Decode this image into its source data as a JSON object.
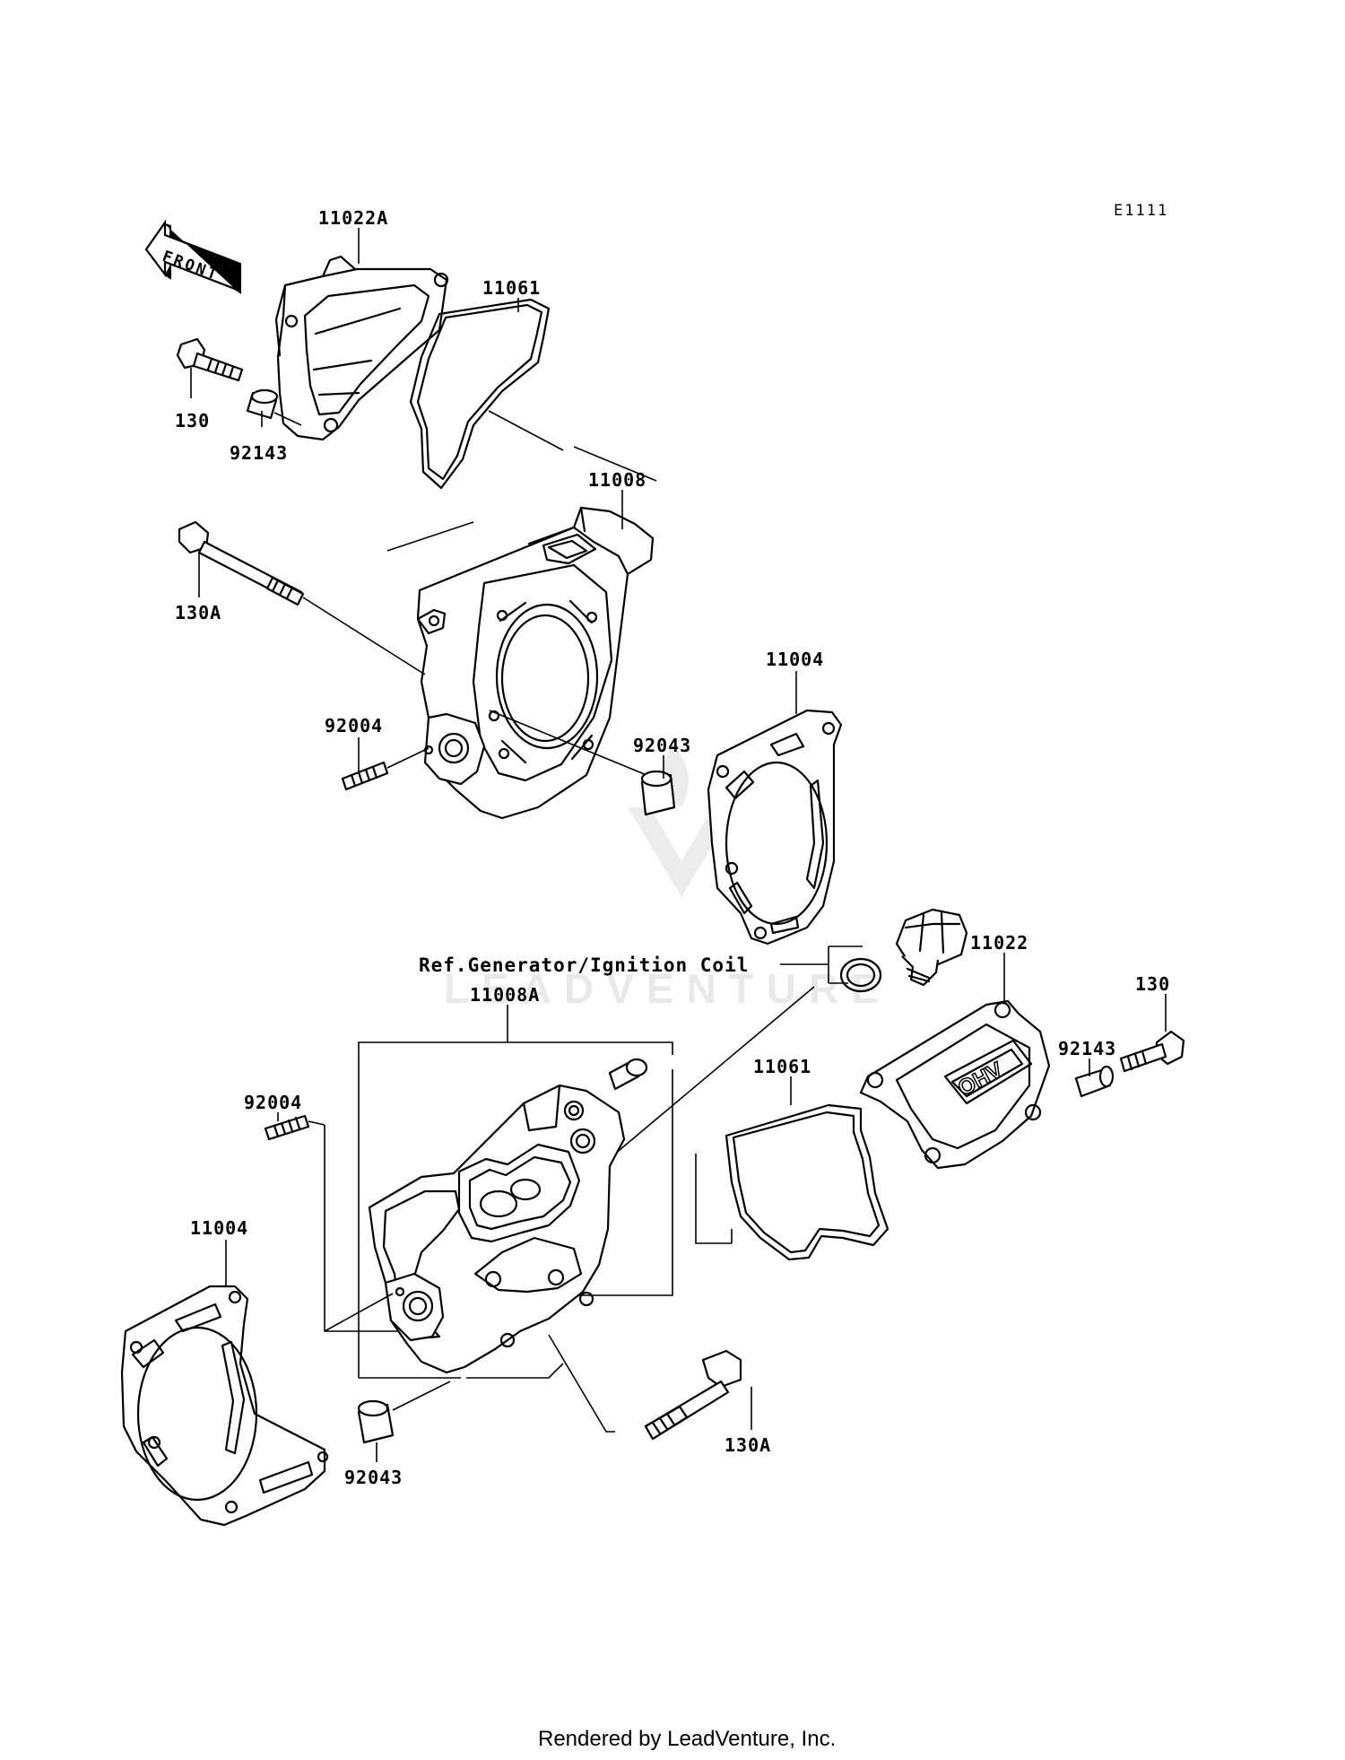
{
  "diagram": {
    "code": "E1111",
    "front_label": "FRONT",
    "reference_note": "Ref.Generator/Ignition Coil",
    "watermark": "LEADVENTURE",
    "footer": "Rendered by LeadVenture, Inc."
  },
  "parts": [
    {
      "id": "p1",
      "number": "11022A"
    },
    {
      "id": "p2",
      "number": "11061"
    },
    {
      "id": "p3",
      "number": "130"
    },
    {
      "id": "p4",
      "number": "92143"
    },
    {
      "id": "p5",
      "number": "11008"
    },
    {
      "id": "p6",
      "number": "130A"
    },
    {
      "id": "p7",
      "number": "11004"
    },
    {
      "id": "p8",
      "number": "92004"
    },
    {
      "id": "p9",
      "number": "92043"
    },
    {
      "id": "p10",
      "number": "11022"
    },
    {
      "id": "p11",
      "number": "130"
    },
    {
      "id": "p12",
      "number": "11008A"
    },
    {
      "id": "p13",
      "number": "92143"
    },
    {
      "id": "p14",
      "number": "11061"
    },
    {
      "id": "p15",
      "number": "92004"
    },
    {
      "id": "p16",
      "number": "11004"
    },
    {
      "id": "p17",
      "number": "130A"
    },
    {
      "id": "p18",
      "number": "92043"
    }
  ]
}
